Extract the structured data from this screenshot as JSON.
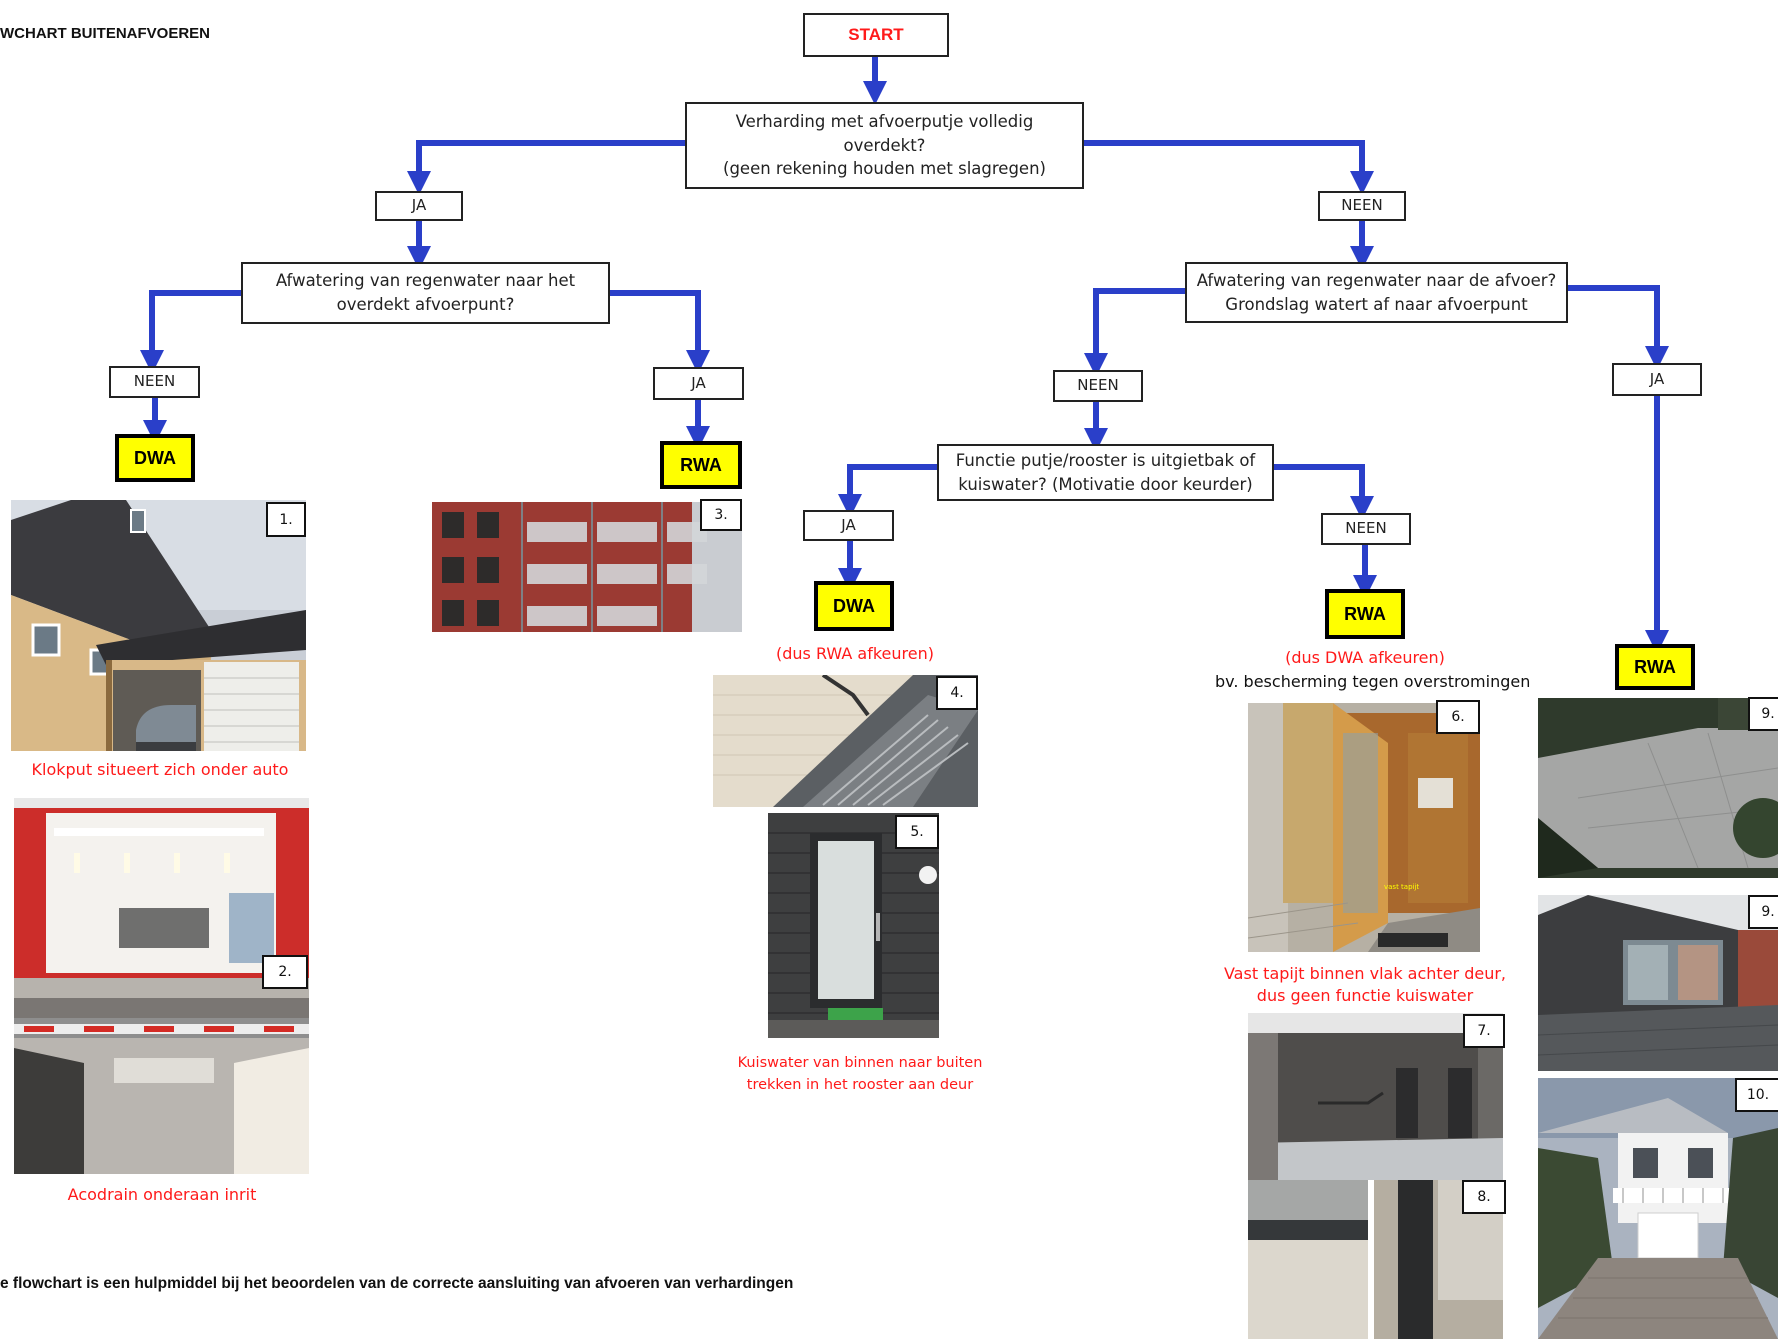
{
  "title": "WCHART BUITENAFVOEREN",
  "footer": "e flowchart is een hulpmiddel bij het beoordelen van de correcte aansluiting van afvoeren van verhardingen",
  "nodes": {
    "start": "START",
    "q1_line1": "Verharding met afvoerputje volledig",
    "q1_line2": "overdekt?",
    "q1_line3": "(geen rekening houden met slagregen)",
    "q2_line1": "Afwatering van regenwater naar het",
    "q2_line2": "overdekt afvoerpunt?",
    "q3_line1": "Afwatering van regenwater naar de afvoer?",
    "q3_line2": "Grondslag watert af naar afvoerpunt",
    "q4_line1": "Functie putje/rooster is uitgietbak of",
    "q4_line2": "kuiswater? (Motivatie door keurder)"
  },
  "labels": {
    "q1_yes": "JA",
    "q1_no": "NEEN",
    "q2_no": "NEEN",
    "q2_yes": "JA",
    "q3_no": "NEEN",
    "q3_yes": "JA",
    "q4_yes": "JA",
    "q4_no": "NEEN"
  },
  "outcomes": {
    "o1": "DWA",
    "o2": "RWA",
    "o3": "DWA",
    "o4": "RWA",
    "o5": "RWA"
  },
  "notes": {
    "dus_rwa": "(dus RWA afkeuren)",
    "dus_dwa": "(dus DWA afkeuren)",
    "bescherming": "bv. bescherming tegen overstromingen",
    "klokput": "Klokput situeert zich onder auto",
    "acodrain": "Acodrain onderaan inrit",
    "kuiswater_line1": "Kuiswater van binnen naar buiten",
    "kuiswater_line2": "trekken in het rooster aan deur",
    "tapijt_line1": "Vast tapijt binnen vlak achter deur,",
    "tapijt_line2": "dus geen functie kuiswater",
    "mat_text": "vast tapijt"
  },
  "photo_numbers": {
    "p1": "1.",
    "p2": "2.",
    "p3": "3.",
    "p4": "4.",
    "p5": "5.",
    "p6": "6.",
    "p7": "7.",
    "p8": "8.",
    "p9a": "9.",
    "p9b": "9.",
    "p10": "10."
  },
  "colors": {
    "arrow": "#2a3fc9",
    "outcome_fill": "#ffff00",
    "note_red": "#ff1a1a"
  }
}
